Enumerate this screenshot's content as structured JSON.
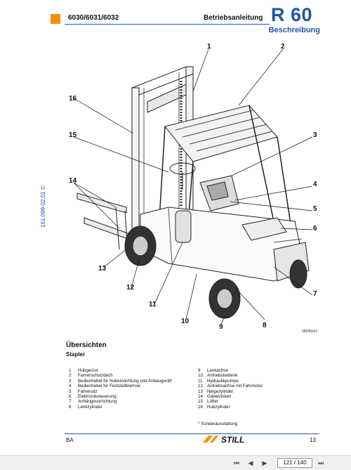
{
  "header": {
    "models": "6030/6031/6032",
    "manual_title": "Betriebsanleitung",
    "model_name": "R 60",
    "section": "Beschreibung"
  },
  "side_code": "161 099-02.01 ©",
  "diagram": {
    "callouts": [
      "1",
      "2",
      "3",
      "4",
      "5",
      "6",
      "7",
      "8",
      "9",
      "10",
      "11",
      "12",
      "13",
      "14",
      "15",
      "16"
    ],
    "image_code": "58390e01"
  },
  "overview": {
    "heading": "Übersichten",
    "subheading": "Stapler",
    "parts_left": [
      {
        "num": "1",
        "label": "Hubgerüst"
      },
      {
        "num": "2",
        "label": "Fahrerschutzdach"
      },
      {
        "num": "3",
        "label": "Bedienhebel für Hubeinrichtung und Anbaugerät*"
      },
      {
        "num": "4",
        "label": "Bedienhebel für Feststellbremse"
      },
      {
        "num": "5",
        "label": "Fahrersitz"
      },
      {
        "num": "6",
        "label": "Elektroniksteuerung"
      },
      {
        "num": "7",
        "label": "Anhängevorrichtung"
      },
      {
        "num": "8",
        "label": "Lenkzylinder"
      }
    ],
    "parts_right": [
      {
        "num": "9",
        "label": "Lenkachse"
      },
      {
        "num": "10",
        "label": "Antriebsbatterie"
      },
      {
        "num": "11",
        "label": "Hydraulikpumpe"
      },
      {
        "num": "12",
        "label": "Antriebsachse mit Fahrmotor"
      },
      {
        "num": "13",
        "label": "Neigezylinder"
      },
      {
        "num": "14",
        "label": "Gabelzinken"
      },
      {
        "num": "15",
        "label": "Lüfter"
      },
      {
        "num": "16",
        "label": "Hubzylinder"
      }
    ],
    "footnote": "*  Sonderausstattung"
  },
  "footer": {
    "left": "BA",
    "logo_text": "STILL",
    "page_number": "13"
  },
  "viewer": {
    "page_indicator": "121 / 140",
    "icons": [
      "first-page-icon",
      "previous-page-icon",
      "next-page-icon",
      "last-page-icon"
    ]
  },
  "colors": {
    "accent_orange": "#f39200",
    "heading_blue": "#1f56a8"
  }
}
